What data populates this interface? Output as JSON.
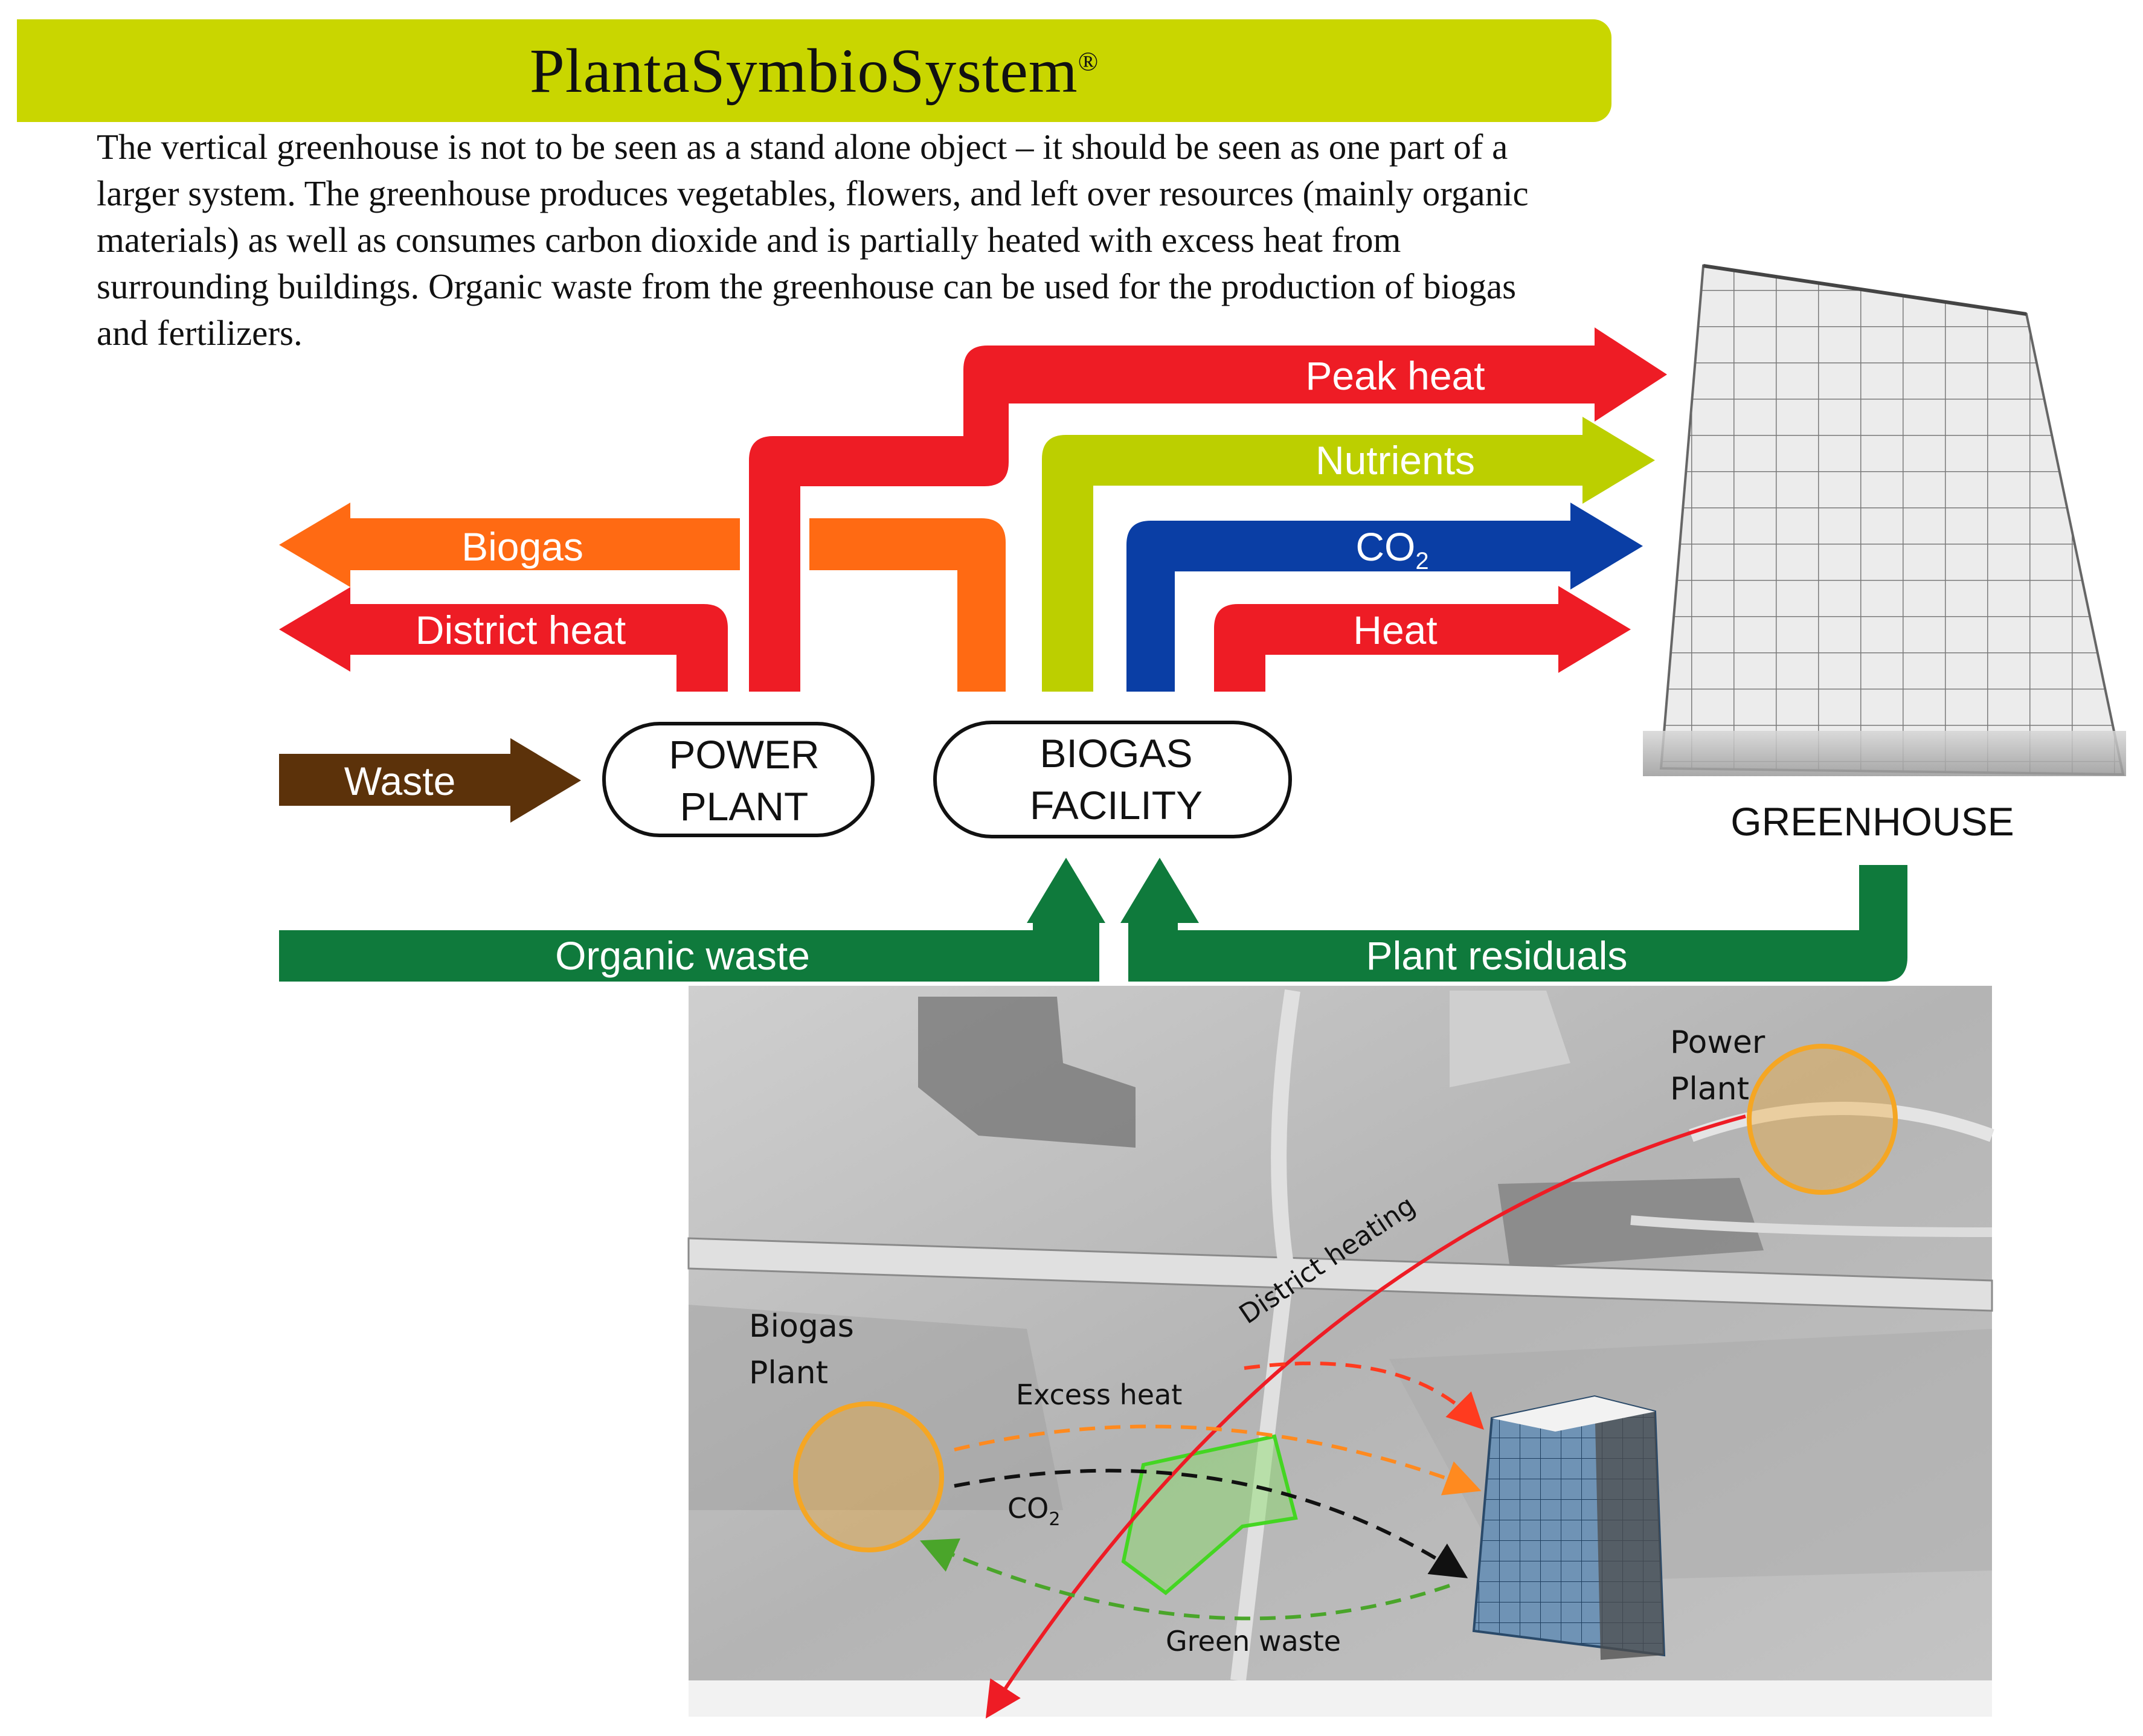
{
  "title": {
    "text": "PlantaSymbioSystem",
    "mark": "®"
  },
  "intro": "The vertical greenhouse is not to be seen as a stand alone object – it should be seen as one part of a larger system. The greenhouse produces vegetables, flowers, and left over resources (mainly organic materials) as well as consumes carbon dioxide and is partially heated with excess heat from surrounding buildings. Organic waste from the greenhouse can be used for the production of biogas and fertilizers.",
  "flows": {
    "peak_heat": "Peak heat",
    "nutrients": "Nutrients",
    "co2_main": "CO",
    "co2_sub": "2",
    "heat": "Heat",
    "biogas": "Biogas",
    "district_heat": "District heat",
    "waste": "Waste",
    "organic_waste": "Organic waste",
    "plant_residuals": "Plant residuals"
  },
  "nodes": {
    "power_plant_line1": "POWER",
    "power_plant_line2": "PLANT",
    "biogas_facility_line1": "BIOGAS",
    "biogas_facility_line2": "FACILITY",
    "greenhouse": "GREENHOUSE"
  },
  "map": {
    "power_plant_line1": "Power",
    "power_plant_line2": "Plant",
    "biogas_plant_line1": "Biogas",
    "biogas_plant_line2": "Plant",
    "district_heating": "District heating",
    "excess_heat": "Excess heat",
    "co2_main": "CO",
    "co2_sub": "2",
    "green_waste": "Green waste"
  },
  "colors": {
    "banner": "#c9d600",
    "heat_red": "#ee1c25",
    "nutrients_green": "#bccf00",
    "co2_blue": "#0a3ea5",
    "biogas_orange": "#ff6a13",
    "waste_brown": "#5c320a",
    "organic_green": "#0f7a3c",
    "map_grey": "#b9b9b9",
    "site_orange": "#f5a623"
  }
}
